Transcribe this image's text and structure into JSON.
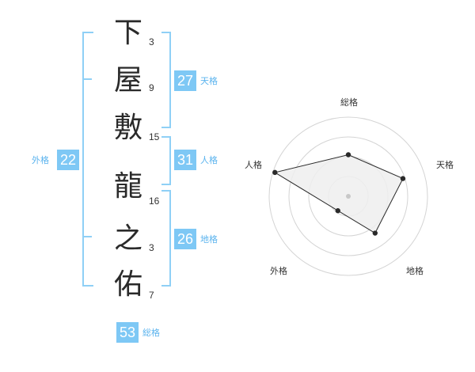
{
  "name_chars": [
    {
      "char": "下",
      "strokes": "3"
    },
    {
      "char": "屋",
      "strokes": "9"
    },
    {
      "char": "敷",
      "strokes": "15"
    },
    {
      "char": "龍",
      "strokes": "16"
    },
    {
      "char": "之",
      "strokes": "3"
    },
    {
      "char": "佑",
      "strokes": "7"
    }
  ],
  "fortunes": {
    "tenkaku": {
      "value": "27",
      "label": "天格"
    },
    "jinkaku": {
      "value": "31",
      "label": "人格"
    },
    "chikaku": {
      "value": "26",
      "label": "地格"
    },
    "gaikaku": {
      "value": "22",
      "label": "外格"
    },
    "soukaku": {
      "value": "53",
      "label": "総格"
    }
  },
  "chart_data": {
    "type": "radar",
    "axes": [
      "総格",
      "天格",
      "地格",
      "外格",
      "人格"
    ],
    "rings": 4,
    "grid": true,
    "series": [
      {
        "values": [
          2.1,
          2.9,
          2.3,
          0.9,
          3.9
        ]
      }
    ],
    "colors": {
      "fill": "#efefef",
      "stroke": "#2a2a2a",
      "grid": "#d4d4d4",
      "point": "#2a2a2a"
    }
  }
}
